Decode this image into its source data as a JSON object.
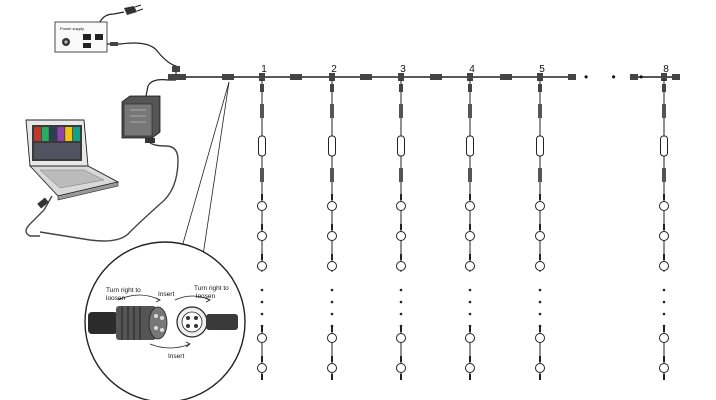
{
  "power_supply": {
    "label": "Power supply"
  },
  "strand_numbers": [
    "1",
    "2",
    "3",
    "4",
    "5",
    "8"
  ],
  "ellipsis": "• • •",
  "inset": {
    "left_turn_label_1": "Turn right to",
    "left_turn_label_2": "loosen",
    "insert_top": "Insert",
    "right_turn_label_1": "Turn right to",
    "right_turn_label_2": "loosen",
    "insert_bottom": "Insert"
  },
  "colors": {
    "line": "#333333",
    "stroke": "#222222",
    "screen_bars": [
      "#c0392b",
      "#27ae60",
      "#2c3e50",
      "#8e44ad",
      "#f1c40f",
      "#16a085"
    ]
  }
}
